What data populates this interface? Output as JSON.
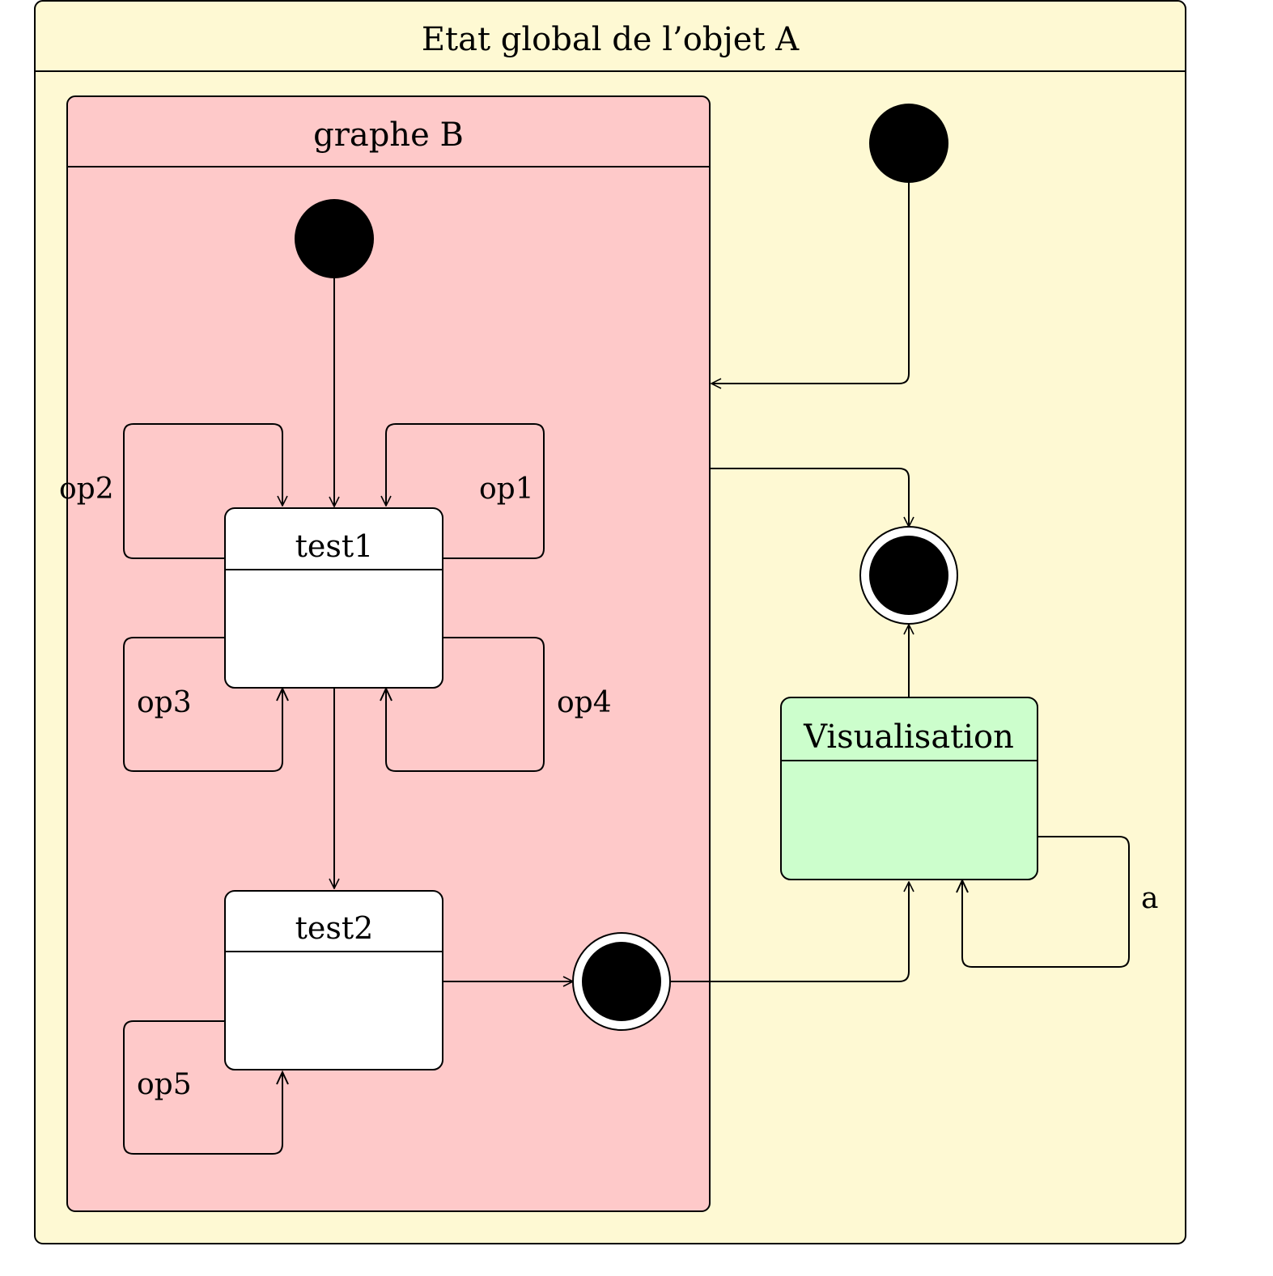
{
  "diagram": {
    "outer_state": {
      "title": "Etat global de l’objet A",
      "fill": "#fef9d3"
    },
    "composite_state": {
      "title": "graphe B",
      "fill": "#fec9c9"
    },
    "states": {
      "test1": {
        "title": "test1",
        "fill": "#ffffff"
      },
      "test2": {
        "title": "test2",
        "fill": "#ffffff"
      },
      "visualisation": {
        "title": "Visualisation",
        "fill": "#ccfecc"
      }
    },
    "transitions": {
      "op1": "op1",
      "op2": "op2",
      "op3": "op3",
      "op4": "op4",
      "op5": "op5",
      "a": "a"
    },
    "colors": {
      "stroke": "#000000",
      "pseudostate": "#000000"
    }
  }
}
